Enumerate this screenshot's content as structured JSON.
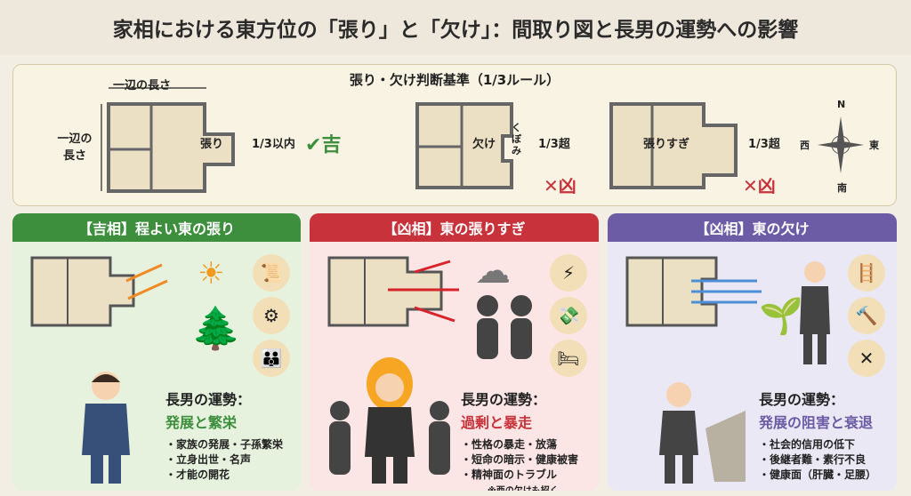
{
  "title": "家相における東方位の「張り」と「欠け」：間取り図と長男の運勢への影響",
  "criteria": {
    "title": "張り・欠け判断基準（1/3ルール）",
    "side_length_top": "一辺の長さ",
    "side_length_left": "一辺の長さ",
    "good": {
      "label": "張り",
      "measure": "1/3以内",
      "verdict": "吉",
      "mark": "✔"
    },
    "lack": {
      "label": "欠け",
      "recess": "くぼみ",
      "measure": "1/3超",
      "verdict": "凶",
      "mark": "✕"
    },
    "excess": {
      "label": "張りすぎ",
      "measure": "1/3超",
      "verdict": "凶",
      "mark": "✕"
    },
    "compass": {
      "n": "N",
      "w": "西",
      "e": "東",
      "s": "南"
    }
  },
  "colors": {
    "good": "#3d8f3d",
    "bad": "#c8323a",
    "lack": "#6b5ca5"
  },
  "panels": [
    {
      "header": "【吉相】程よい東の張り",
      "heading": "長男の運勢：",
      "summary": "発展と繁栄",
      "items": [
        "・家族の発展・子孫繁栄",
        "・立身出世・名声",
        "・才能の開花"
      ]
    },
    {
      "header": "【凶相】東の張りすぎ",
      "heading": "長男の運勢：",
      "summary": "過剰と暴走",
      "items": [
        "・性格の暴走・放蕩",
        "・短命の暗示・健康被害",
        "・精神面のトラブル"
      ],
      "note": "※西の欠けも招く"
    },
    {
      "header": "【凶相】東の欠け",
      "heading": "長男の運勢：",
      "summary": "発展の阻害と衰退",
      "items": [
        "・社会的信用の低下",
        "・後継者難・素行不良",
        "・健康面（肝臓・足腰）"
      ]
    }
  ]
}
